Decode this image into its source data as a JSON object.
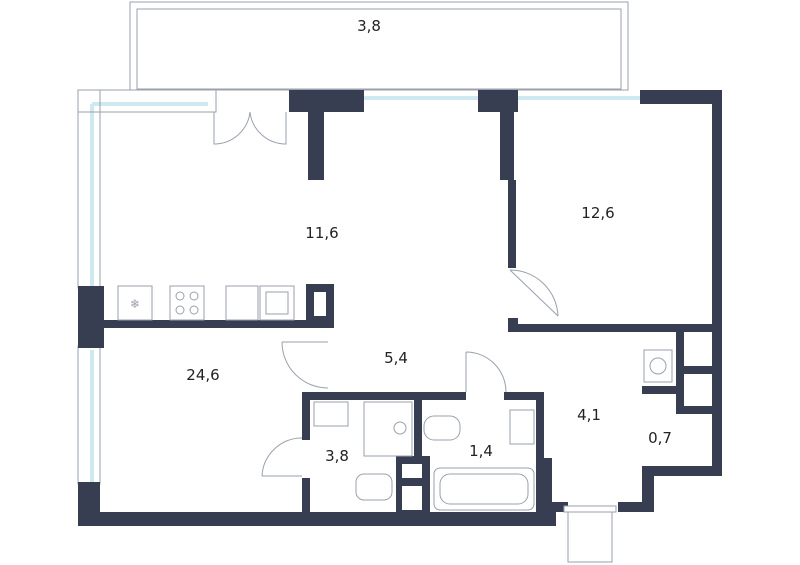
{
  "rooms": {
    "balcony": {
      "area": "3,8"
    },
    "kitchen": {
      "area": "11,6"
    },
    "bedroom": {
      "area": "12,6"
    },
    "living": {
      "area": "24,6"
    },
    "hall": {
      "area": "5,4"
    },
    "bathroom": {
      "area": "3,8"
    },
    "wc": {
      "area": "1,4"
    },
    "entrance": {
      "area": "4,1"
    },
    "closet": {
      "area": "0,7"
    }
  },
  "colors": {
    "wall": "#383e52",
    "window": "#bfe3ee",
    "fixture": "#9aa0ad"
  }
}
